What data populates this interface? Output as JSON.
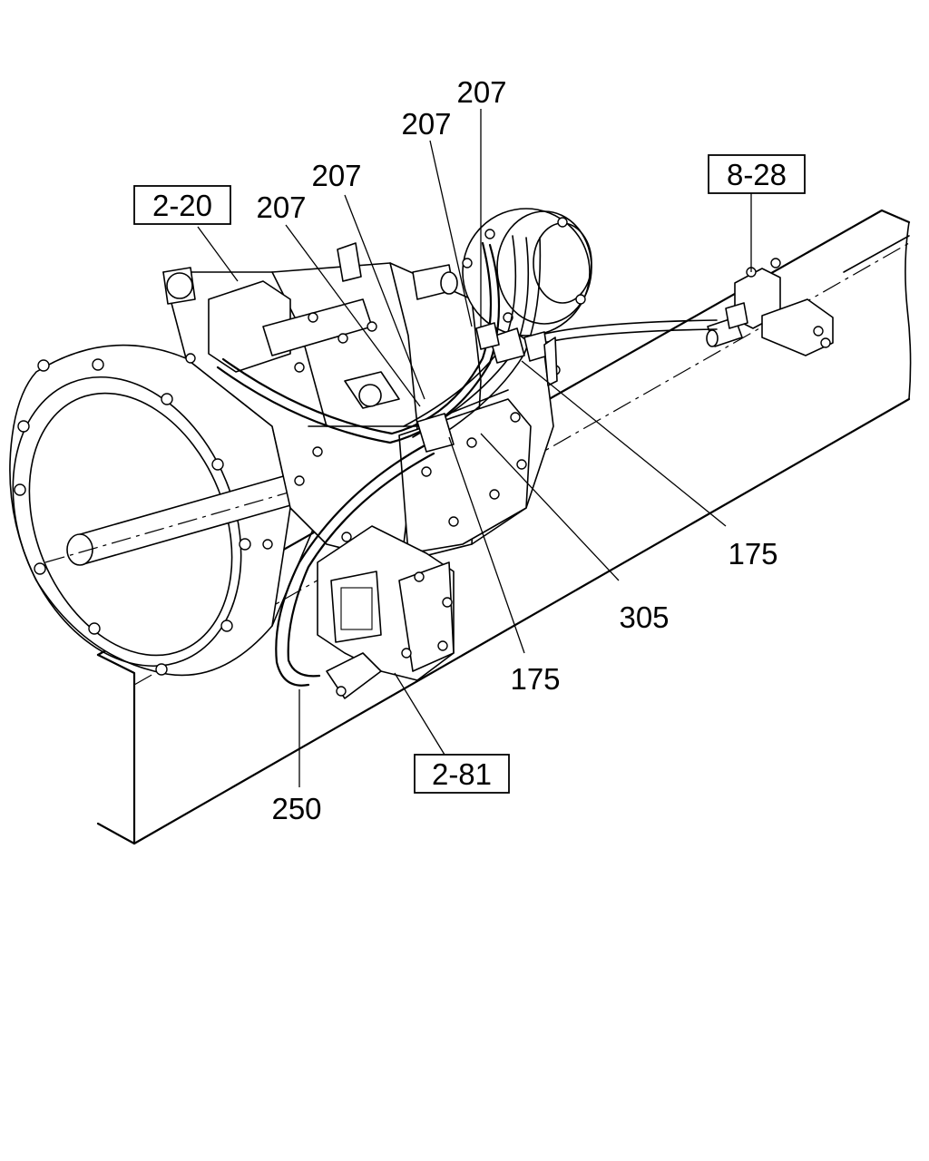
{
  "refs": {
    "r2_20": "2-20",
    "r8_28": "8-28",
    "r2_81": "2-81"
  },
  "parts": {
    "p207a": "207",
    "p207b": "207",
    "p207c": "207",
    "p207d": "207",
    "p175a": "175",
    "p175b": "175",
    "p305": "305",
    "p250": "250"
  },
  "colors": {
    "line": "#000000",
    "background": "#ffffff"
  }
}
